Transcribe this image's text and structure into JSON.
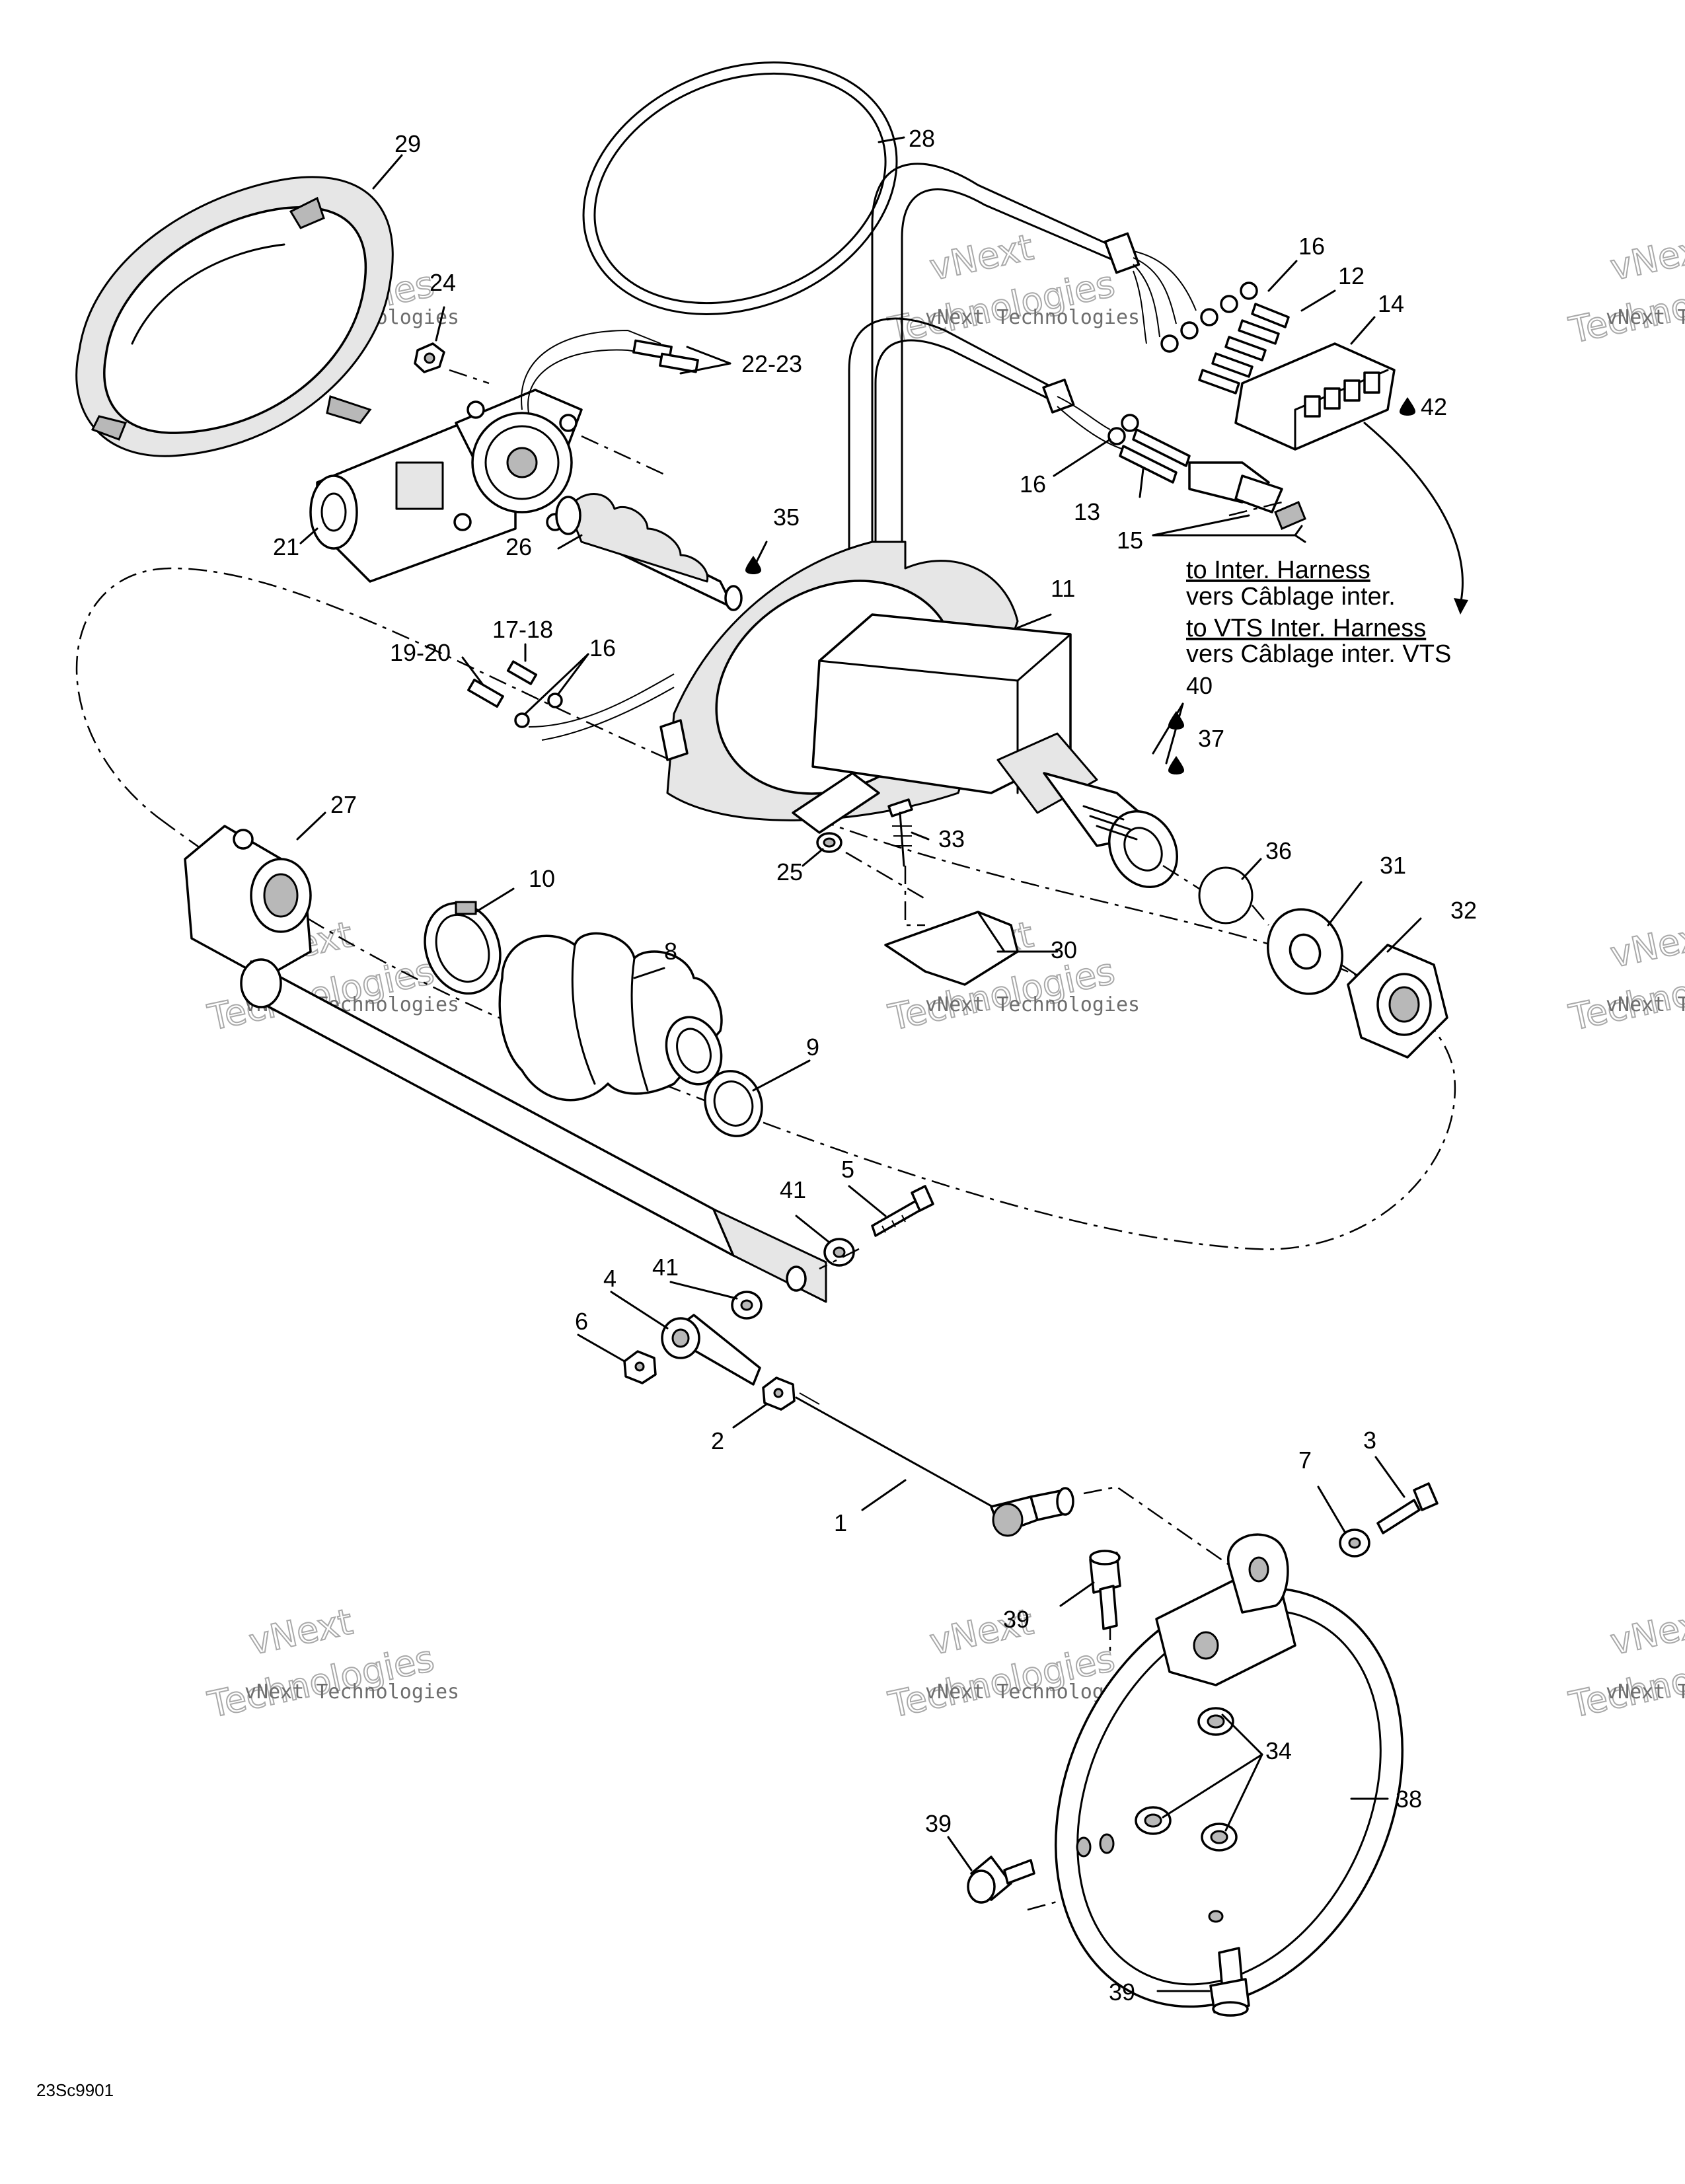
{
  "diagram": {
    "drawing_code": "23Sc9901",
    "watermark": {
      "line1": "vNext Technologies",
      "line2": "vNext",
      "line3": "Technologies"
    },
    "notes": {
      "inter_harness_en": "to Inter. Harness",
      "inter_harness_fr": "vers Câblage inter.",
      "vts_harness_en": "to VTS Inter. Harness",
      "vts_harness_fr": "vers Câblage inter. VTS"
    },
    "callouts": {
      "c1": "1",
      "c2": "2",
      "c3": "3",
      "c4": "4",
      "c5": "5",
      "c6": "6",
      "c7": "7",
      "c8": "8",
      "c9": "9",
      "c10": "10",
      "c11": "11",
      "c12": "12",
      "c13": "13",
      "c14": "14",
      "c15": "15",
      "c16a": "16",
      "c16b": "16",
      "c16c": "16",
      "c17_18": "17-18",
      "c19_20": "19-20",
      "c21": "21",
      "c22_23": "22-23",
      "c24": "24",
      "c25": "25",
      "c26": "26",
      "c27": "27",
      "c28": "28",
      "c29": "29",
      "c30": "30",
      "c31": "31",
      "c32": "32",
      "c33": "33",
      "c34": "34",
      "c35": "35",
      "c36": "36",
      "c37": "37",
      "c38": "38",
      "c39a": "39",
      "c39b": "39",
      "c39c": "39",
      "c40": "40",
      "c41a": "41",
      "c41b": "41",
      "c42": "42"
    },
    "icons": {
      "lubricant": "drop-icon"
    }
  }
}
